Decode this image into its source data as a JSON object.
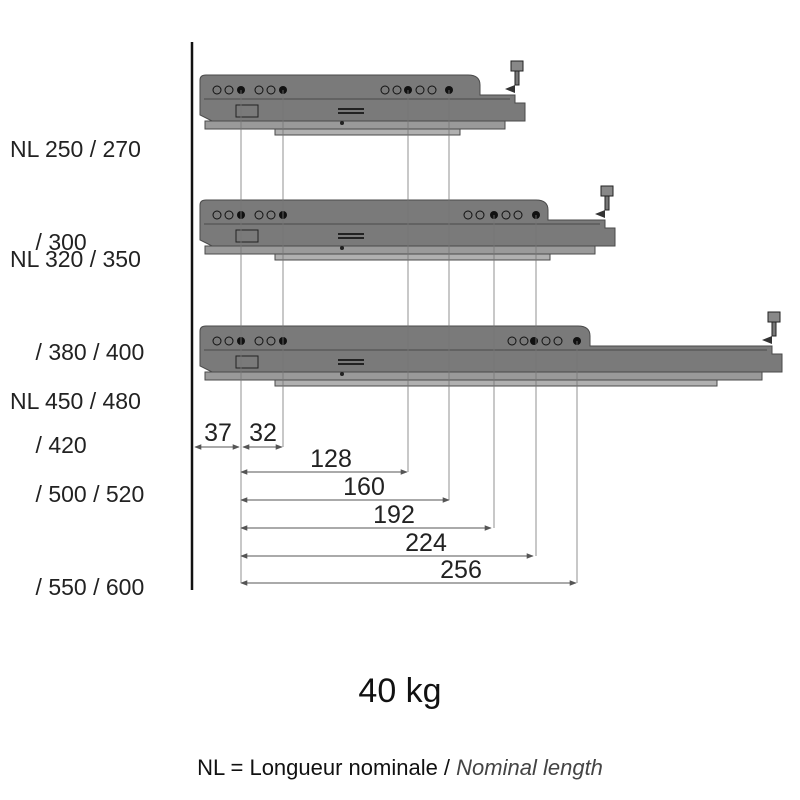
{
  "size_groups": [
    {
      "lines": [
        "NL 250 / 270",
        "    / 300"
      ]
    },
    {
      "lines": [
        "NL 320 / 350",
        "    / 380 / 400",
        "    / 420"
      ]
    },
    {
      "lines": [
        "NL 450 / 480",
        "    / 500 / 520",
        "    / 550 / 600"
      ]
    }
  ],
  "dimensions": {
    "left_offset": "37",
    "pitch": "32",
    "distances": [
      "128",
      "160",
      "192",
      "224",
      "256"
    ]
  },
  "weight": "40 kg",
  "footnote": {
    "fr": "NL = Longueur nominale /",
    "en": "Nominal length"
  },
  "colors": {
    "runner_fill": "#7a7a7a",
    "runner_dark": "#4a4a4a",
    "line": "#222222",
    "dim_line": "#555555"
  }
}
